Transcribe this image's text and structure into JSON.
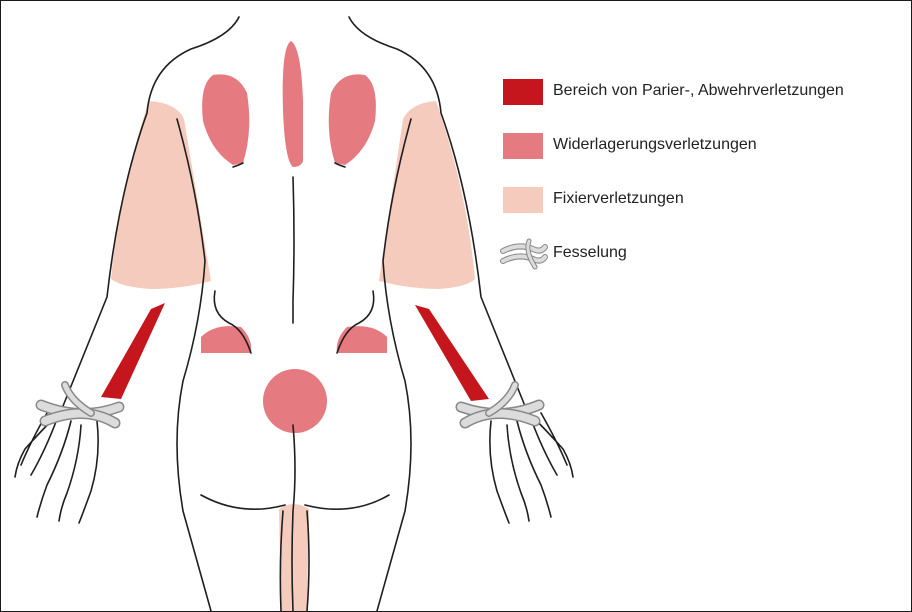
{
  "colors": {
    "parry": "#c4161c",
    "counterpressure": "#e57a80",
    "fixation": "#f4cbbd",
    "rope": "#d9d9d9",
    "outline": "#1f1f1f"
  },
  "legend": {
    "items": [
      {
        "label": "Bereich von Parier-, Abwehrverletzungen",
        "color": "#c4161c",
        "icon": "red-swatch"
      },
      {
        "label": "Widerlagerungsverletzungen",
        "color": "#e57a80",
        "icon": "pink-swatch"
      },
      {
        "label": "Fixierverletzungen",
        "color": "#f4cbbd",
        "icon": "beige-swatch"
      },
      {
        "label": "Fesselung",
        "color": "#d9d9d9",
        "icon": "rope-icon"
      }
    ]
  }
}
